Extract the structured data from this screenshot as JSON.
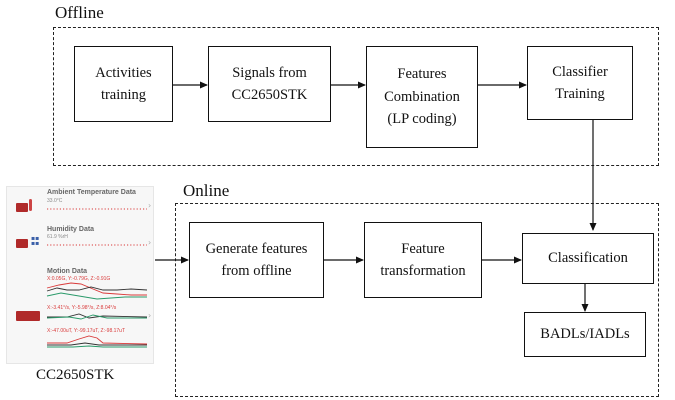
{
  "sections": {
    "offline": "Offline",
    "online": "Online"
  },
  "offline_boxes": [
    {
      "lines": [
        "Activities",
        "training"
      ]
    },
    {
      "lines": [
        "Signals from",
        "CC2650STK"
      ]
    },
    {
      "lines": [
        "Features",
        "Combination",
        "(LP coding)"
      ]
    },
    {
      "lines": [
        "Classifier",
        "Training"
      ]
    }
  ],
  "online_boxes": [
    {
      "lines": [
        "Generate features",
        "from offline"
      ]
    },
    {
      "lines": [
        "Feature",
        "transformation"
      ]
    },
    {
      "lines": [
        "Classification"
      ]
    },
    {
      "lines": [
        "BADLs/IADLs"
      ]
    }
  ],
  "device": {
    "caption": "CC2650STK",
    "temperature": {
      "title": "Ambient Temperature Data",
      "value": "33.0°C"
    },
    "humidity": {
      "title": "Humidity Data",
      "value": "61.9 %rH"
    },
    "motion": {
      "title": "Motion Data",
      "accel": "X:0.05G, Y:-0.79G, Z:-0.91G",
      "gyro": "X:-3.41°/s, Y:-5.98°/s, Z:8.04°/s",
      "mag": "X:-47.00uT, Y:-99.17uT, Z:-98.17uT"
    }
  },
  "colors": {
    "line": "#111111",
    "sensor_red": "#d93a3a",
    "sensor_green": "#2a9a6a",
    "icon_red": "#b02a2a"
  }
}
